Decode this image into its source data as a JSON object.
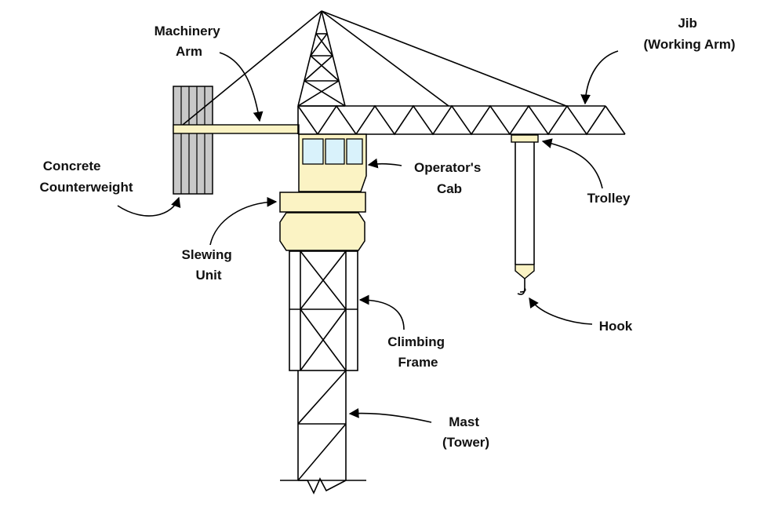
{
  "colors": {
    "component_fill": "#fbf3c4",
    "counterweight_fill": "#c8c8c8",
    "cab_window_fill": "#d9f2fb",
    "stroke": "#000000",
    "background": "#ffffff"
  },
  "labels": {
    "machinery_arm": [
      "Machinery",
      "Arm"
    ],
    "jib": [
      "Jib",
      "(Working Arm)"
    ],
    "counterweight": [
      "Concrete",
      "Counterweight"
    ],
    "operators_cab": [
      "Operator's",
      "Cab"
    ],
    "trolley": [
      "Trolley"
    ],
    "slewing_unit": [
      "Slewing",
      "Unit"
    ],
    "hook": [
      "Hook"
    ],
    "climbing_frame": [
      "Climbing",
      "Frame"
    ],
    "mast": [
      "Mast",
      "(Tower)"
    ]
  }
}
